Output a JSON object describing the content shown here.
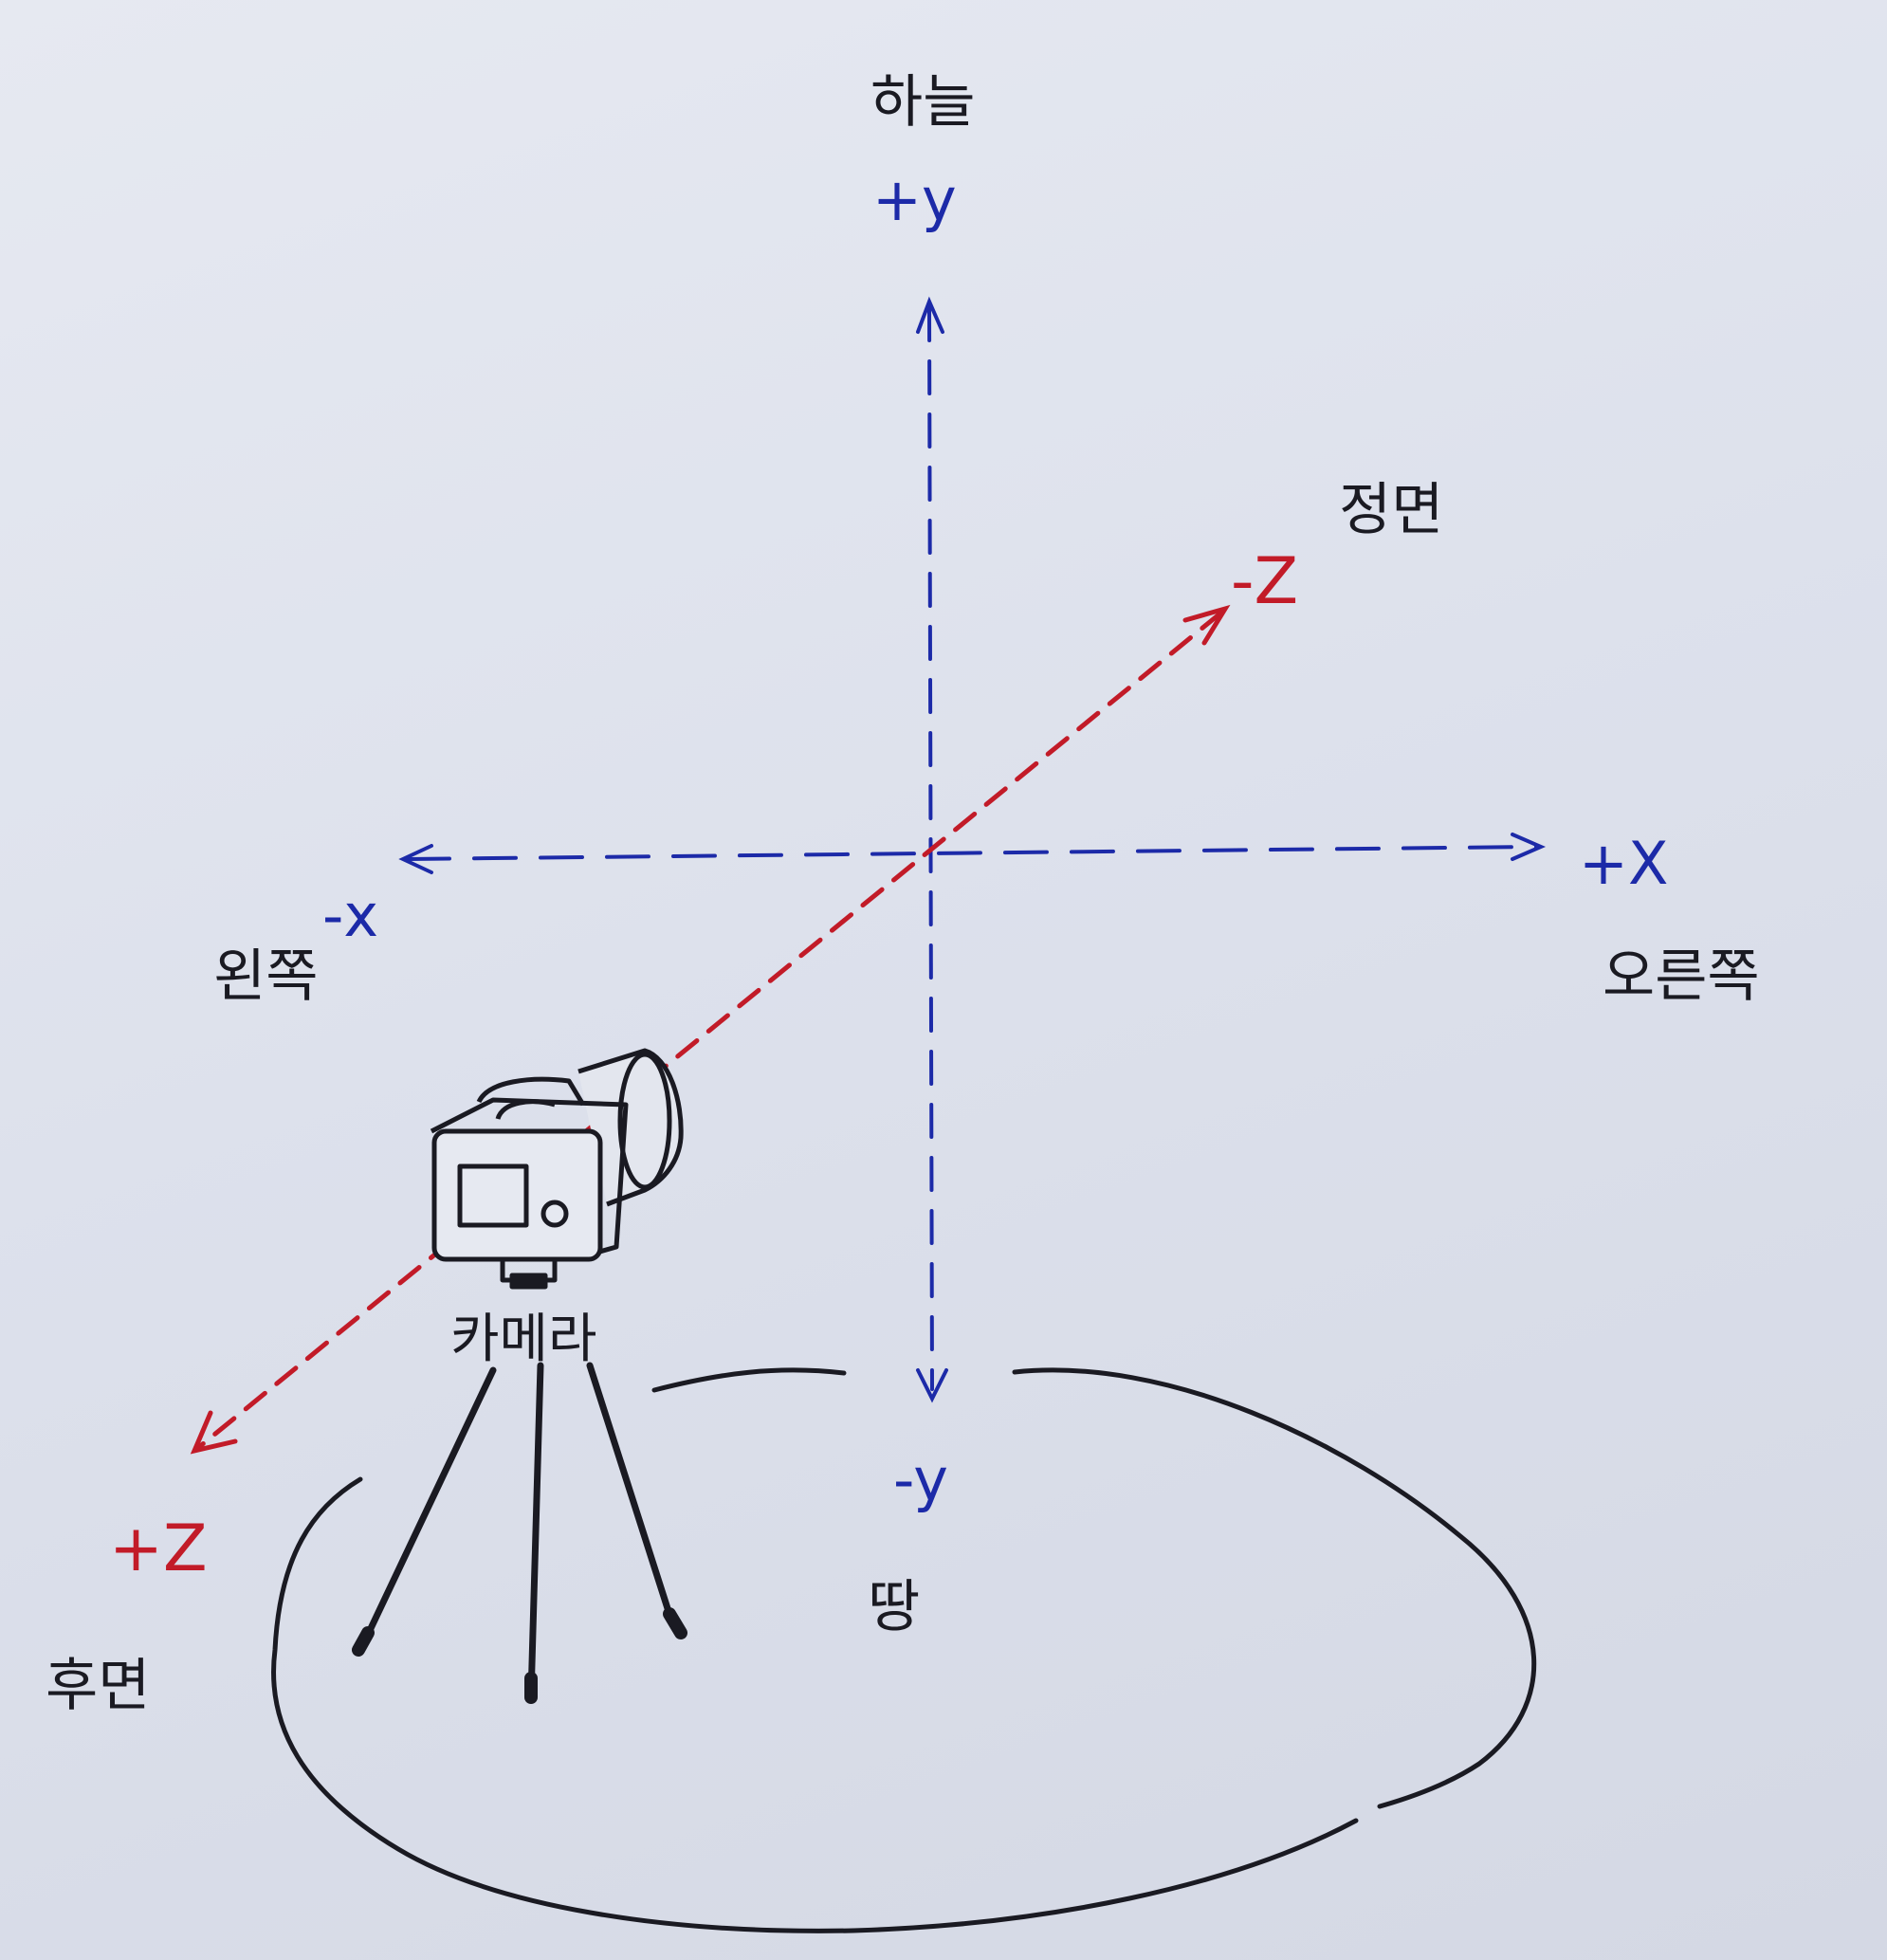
{
  "labels": {
    "sky": "하늘",
    "ground": "땅",
    "front": "정면",
    "back": "후면",
    "left": "왼쪽",
    "right": "오른쪽",
    "camera": "카메라"
  },
  "axes": {
    "y_pos": "+y",
    "y_neg": "-y",
    "x_pos": "+X",
    "x_neg": "-x",
    "z_pos": "+Z",
    "z_neg": "-Z"
  },
  "colors": {
    "paper": "#dfe3ec",
    "ink": "#1a1a22",
    "y_axis": "#1c2aa8",
    "x_axis": "#1c2aa8",
    "z_axis": "#c21b28"
  }
}
